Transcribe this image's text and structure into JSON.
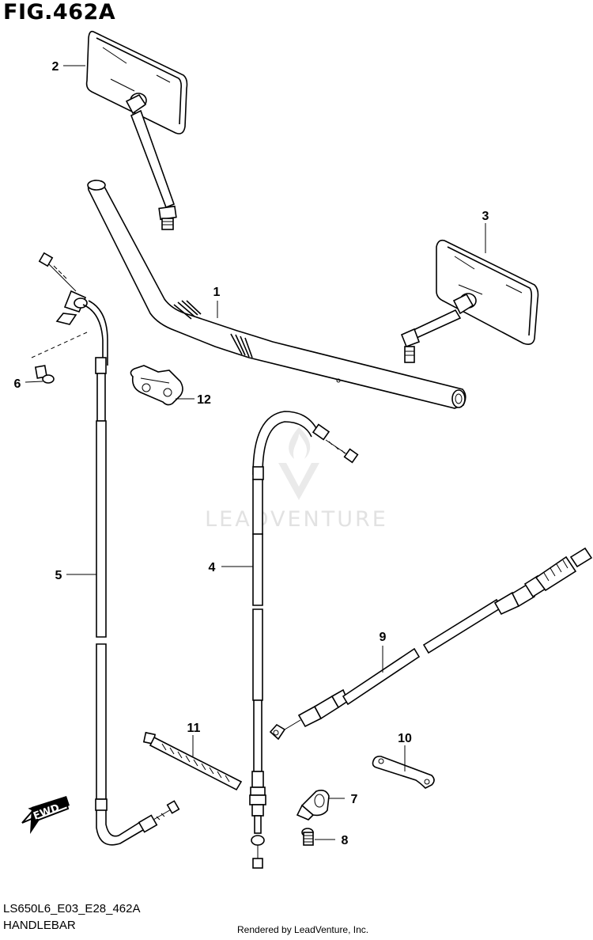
{
  "figure": {
    "title": "FIG.462A",
    "code": "LS650L6_E03_E28_462A",
    "name": "HANDLEBAR",
    "rendered_by": "Rendered by LeadVenture, Inc.",
    "watermark": "LEADVENTURE",
    "fwd_label": "FWD"
  },
  "callouts": [
    "1",
    "2",
    "3",
    "4",
    "5",
    "6",
    "7",
    "8",
    "9",
    "10",
    "11",
    "12"
  ],
  "colors": {
    "ink": "#000000",
    "watermark": "#e2e2e2",
    "background": "#ffffff"
  }
}
